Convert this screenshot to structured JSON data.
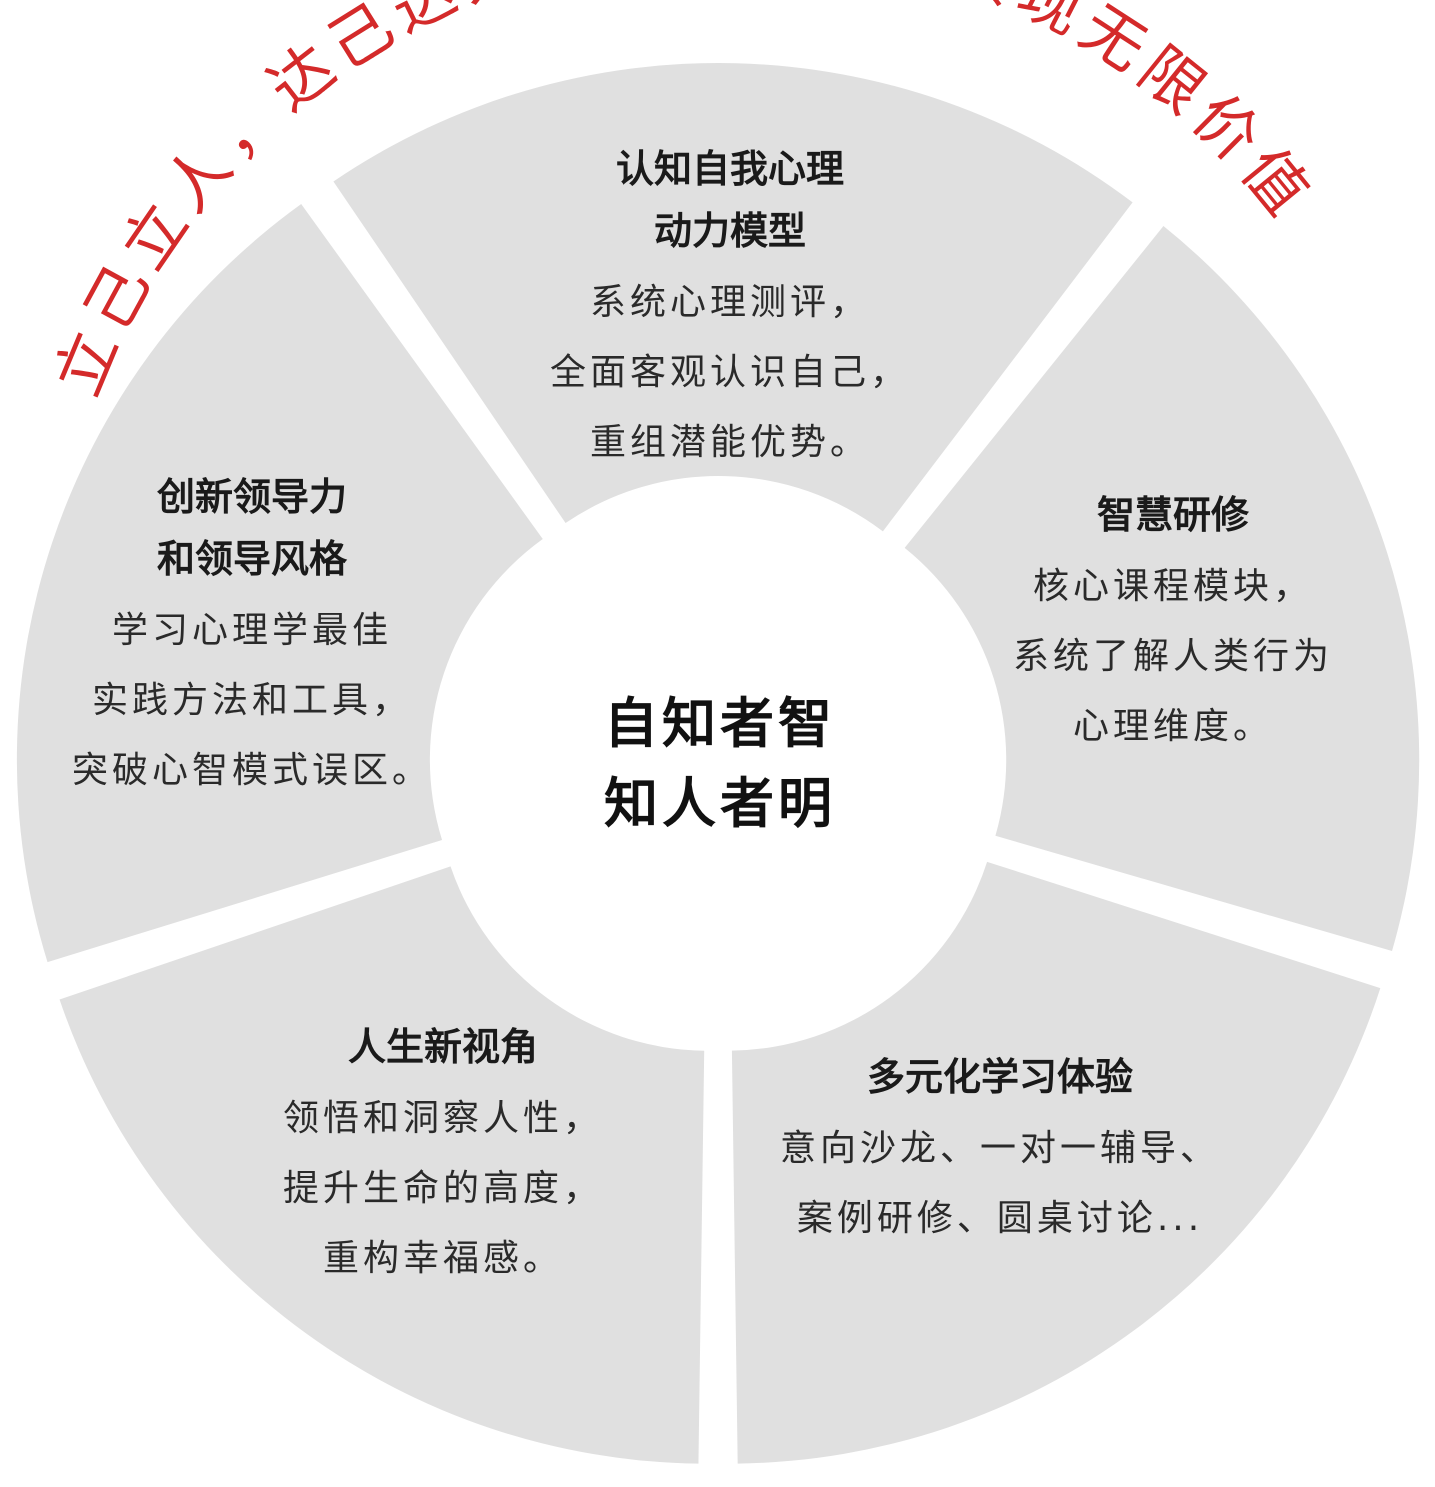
{
  "arc_slogan": "立己立人，达己达人，融会贯通中实现无限价值",
  "center": {
    "line1": "自知者智",
    "line2": "知人者明"
  },
  "segments": [
    {
      "id": "top",
      "title": [
        "认知自我心理",
        "动力模型"
      ],
      "body": [
        "系统心理测评，",
        "全面客观认识自己，",
        "重组潜能优势。"
      ]
    },
    {
      "id": "right",
      "title": [
        "智慧研修"
      ],
      "body": [
        "核心课程模块，",
        "系统了解人类行为",
        "心理维度。"
      ]
    },
    {
      "id": "bottom-right",
      "title": [
        "多元化学习体验"
      ],
      "body": [
        "意向沙龙、一对一辅导、",
        "案例研修、圆桌讨论..."
      ]
    },
    {
      "id": "bottom-left",
      "title": [
        "人生新视角"
      ],
      "body": [
        "领悟和洞察人性，",
        "提升生命的高度，",
        "重构幸福感。"
      ]
    },
    {
      "id": "left",
      "title": [
        "创新领导力",
        "和领导风格"
      ],
      "body": [
        "学习心理学最佳",
        "实践方法和工具，",
        "突破心智模式误区。"
      ]
    }
  ],
  "colors": {
    "segment_fill": "#e0e0e0",
    "slogan": "#d42a2a",
    "text": "#1a1a1a",
    "background": "#ffffff"
  }
}
